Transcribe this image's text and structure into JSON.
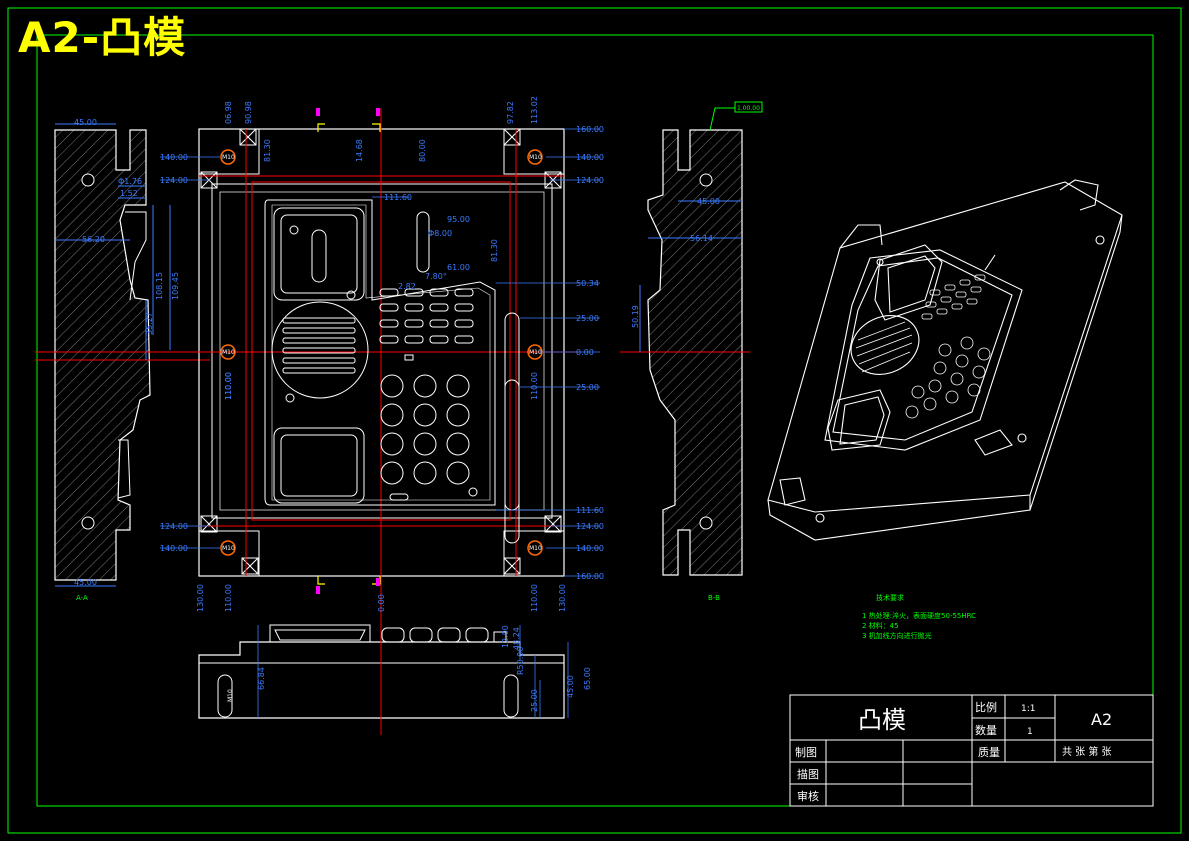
{
  "sheet_title": "A2-凸模",
  "notes": {
    "heading": "技术要求",
    "items": [
      "1  热处理:淬火，表面硬度50-55HRC",
      "2  材料：45",
      "3  机加线方向进行抛光"
    ]
  },
  "title_block": {
    "part_name": "凸模",
    "scale_label": "比例",
    "scale_value": "1:1",
    "qty_label": "数量",
    "qty_value": "1",
    "mass_label": "质量",
    "sheet_size": "A2",
    "sheets_text": "共  张  第  张",
    "drawn_label": "制图",
    "traced_label": "描图",
    "checked_label": "审核"
  },
  "view_labels": {
    "left_section": "A-A",
    "right_section": "B-B",
    "corner_tag": "1.00.00"
  },
  "dims_front": {
    "top": [
      "06.98",
      "90.98",
      "97.82",
      "113.02"
    ],
    "right": [
      "160.00",
      "140.00",
      "124.00",
      "50.34",
      "25.00",
      "0.00",
      "25.00",
      "111.60",
      "124.00",
      "140.00",
      "160.00"
    ],
    "left": [
      "140.00",
      "124.00",
      "110.00",
      "124.00",
      "140.00"
    ],
    "bottom": [
      "130.00",
      "110.00",
      "0.00",
      "110.00",
      "130.00"
    ],
    "inner": [
      "81.30",
      "14.68",
      "111.60",
      "80.00",
      "95.00",
      "Φ8.00",
      "61.00",
      "7.80°",
      "2.82",
      "81.30",
      "110.00",
      "110.00"
    ]
  },
  "dims_left": {
    "values": [
      "45.00",
      "Φ1.76",
      "1.52",
      "56.20",
      "108.15",
      "109.45",
      "35.27",
      "45.00"
    ]
  },
  "dims_right": {
    "values": [
      "45.00",
      "56.14",
      "50.19"
    ]
  },
  "dims_bottom": {
    "values": [
      "66.84",
      "12.00",
      "48.24",
      "R50.00",
      "45.00",
      "65.00",
      "25.00"
    ]
  },
  "bolt_label": "M10",
  "colors": {
    "background": "#000000",
    "frame": "#00ff00",
    "outline": "#ffffff",
    "centerline": "#ff0000",
    "dimension": "#3a7bff",
    "hatch": "#808080",
    "bolt": "#ff6a00",
    "title": "#ffff00",
    "marker": "#ff00ff"
  }
}
